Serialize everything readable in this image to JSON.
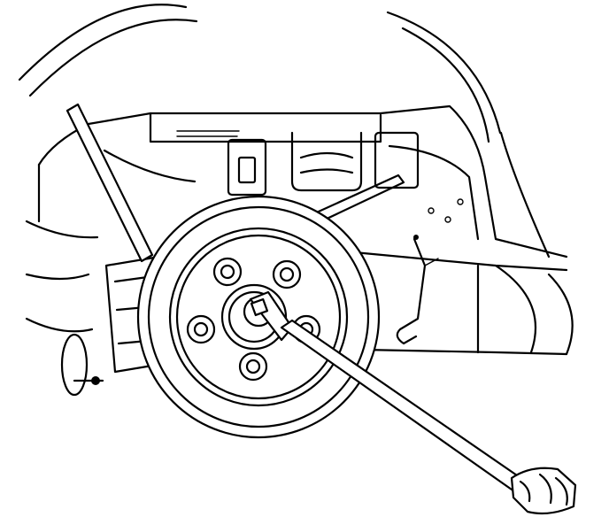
{
  "figure": {
    "ink_color": "#000000",
    "paper_color": "#ffffff",
    "stud_count": 5,
    "components": [
      "wheel-arch",
      "vehicle-body",
      "rear-axle-housing",
      "shock-absorber",
      "brake-caliper",
      "brake-line",
      "brake-rotor",
      "hub-nut",
      "socket-wrench",
      "hand"
    ]
  }
}
